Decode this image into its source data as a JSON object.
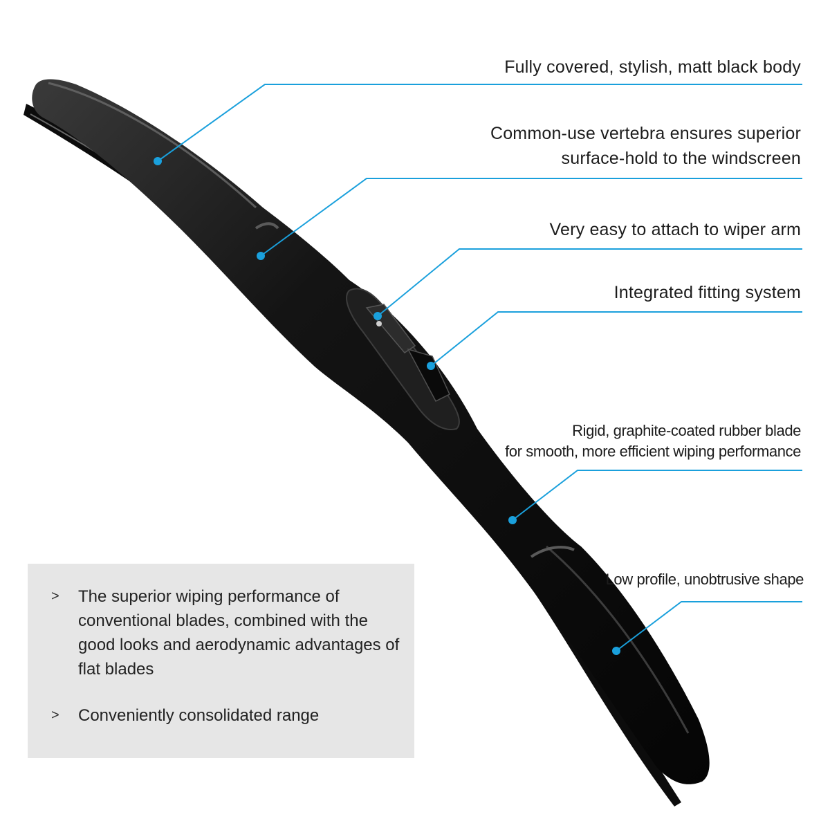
{
  "callouts": [
    {
      "id": "body",
      "text": "Fully covered, stylish, matt black body"
    },
    {
      "id": "vertebra",
      "text": "Common-use vertebra ensures superior\nsurface-hold to the windscreen"
    },
    {
      "id": "attach",
      "text": "Very easy to attach to wiper arm"
    },
    {
      "id": "fitting",
      "text": "Integrated fitting system"
    },
    {
      "id": "rubber",
      "text": "Rigid, graphite-coated rubber blade\nfor smooth, more efficient wiping performance"
    },
    {
      "id": "profile",
      "text": "Low profile, unobtrusive shape"
    }
  ],
  "info_box": {
    "bullet_symbol": ">",
    "items": [
      "The superior wiping performance of conventional blades, combined with the good looks and aerodynamic advantages of flat blades",
      "Conveniently consolidated range"
    ]
  },
  "colors": {
    "accent": "#1aa0dc",
    "blade": "#111111",
    "box": "#e6e6e6"
  }
}
